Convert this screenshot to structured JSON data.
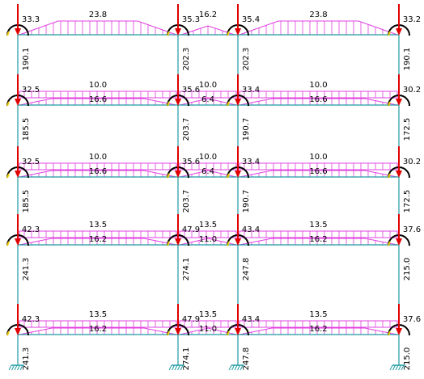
{
  "colors": {
    "frame": "#1f9aa3",
    "load": "#e040e0",
    "reaction_arrow": "#e00000",
    "moment_arc": "#000000",
    "moment_arc_accent": "#f0d000",
    "support": "#1f9aa3"
  },
  "floors": [
    {
      "column_axial": [
        "190.1",
        "202.3",
        "202.3",
        "190.1"
      ],
      "joint_moments": [
        "33.3",
        "35.3",
        "35.4",
        "33.2"
      ],
      "span1": {
        "top": "23.8",
        "bottom": ""
      },
      "span2": {
        "top": "16.2",
        "bottom": ""
      },
      "span3": {
        "top": "23.8",
        "bottom": ""
      }
    },
    {
      "column_axial": [
        "185.5",
        "203.7",
        "190.7",
        "172.5"
      ],
      "joint_moments": [
        "32.5",
        "35.6",
        "33.4",
        "30.2"
      ],
      "span1": {
        "top": "10.0",
        "bottom": "16.6"
      },
      "span2": {
        "top": "10.0",
        "bottom": "6.4"
      },
      "span3": {
        "top": "10.0",
        "bottom": "16.6"
      }
    },
    {
      "column_axial": [
        "185.5",
        "203.7",
        "190.7",
        "172.5"
      ],
      "joint_moments": [
        "32.5",
        "35.6",
        "33.4",
        "30.2"
      ],
      "span1": {
        "top": "10.0",
        "bottom": "16.6"
      },
      "span2": {
        "top": "10.0",
        "bottom": "6.4"
      },
      "span3": {
        "top": "10.0",
        "bottom": "16.6"
      }
    },
    {
      "column_axial": [
        "241.3",
        "274.1",
        "247.8",
        "215.0"
      ],
      "joint_moments": [
        "42.3",
        "47.9",
        "43.4",
        "37.6"
      ],
      "span1": {
        "top": "13.5",
        "bottom": "16.2"
      },
      "span2": {
        "top": "13.5",
        "bottom": "11.0"
      },
      "span3": {
        "top": "13.5",
        "bottom": "16.2"
      }
    },
    {
      "column_axial": [
        "241.3",
        "274.1",
        "247.8",
        "215.0"
      ],
      "joint_moments": [
        "42.3",
        "47.9",
        "43.4",
        "37.6"
      ],
      "span1": {
        "top": "13.5",
        "bottom": "16.2"
      },
      "span2": {
        "top": "13.5",
        "bottom": "11.0"
      },
      "span3": {
        "top": "13.5",
        "bottom": "16.2"
      }
    }
  ]
}
